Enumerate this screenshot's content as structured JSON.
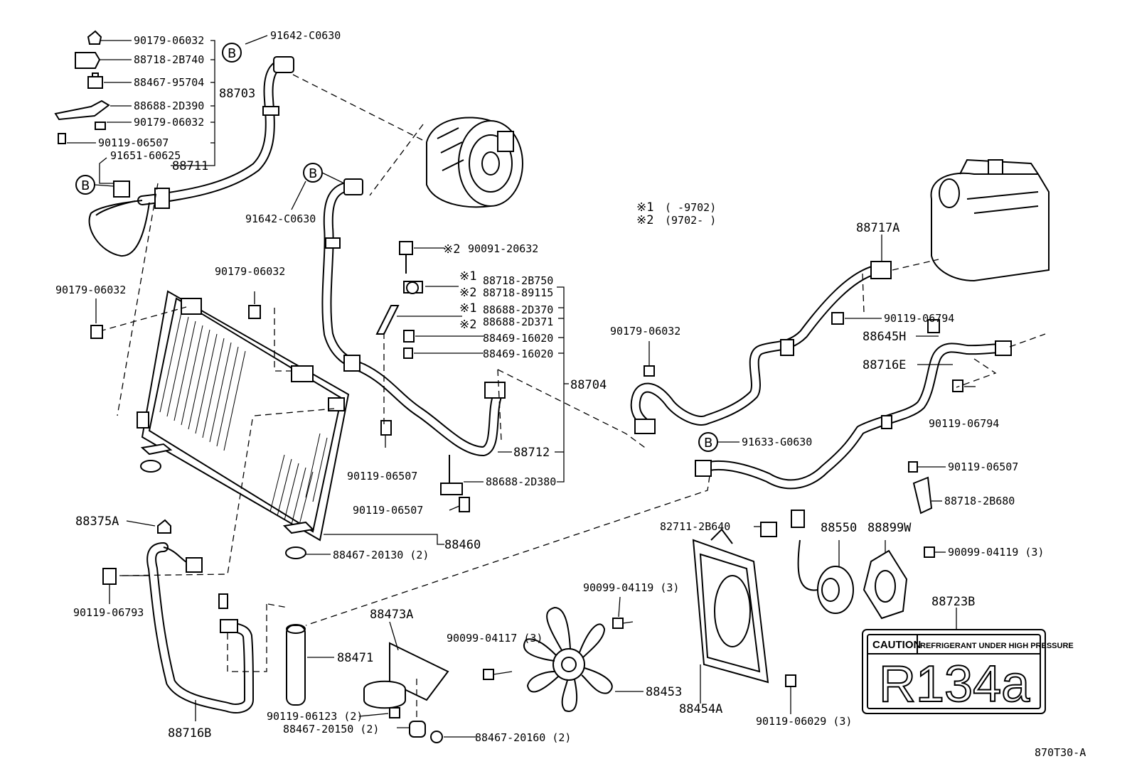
{
  "labels": {
    "p90179_06032_a": "90179-06032",
    "p88718_2B740": "88718-2B740",
    "p88467_95704": "88467-95704",
    "p88688_2D390": "88688-2D390",
    "p90179_06032_b": "90179-06032",
    "p90119_06507_a": "90119-06507",
    "p91651_60625": "91651-60625",
    "p88711": "88711",
    "p88703": "88703",
    "p91642_C0630_a": "91642-C0630",
    "p91642_C0630_b": "91642-C0630",
    "p90179_06032_c": "90179-06032",
    "p90179_06032_d": "90179-06032",
    "p90091_20632": "90091-20632",
    "p88718_2B750": "88718-2B750",
    "p88718_89115": "88718-89115",
    "p88688_2D370": "88688-2D370",
    "p88688_2D371": "88688-2D371",
    "p88469_16020_a": "88469-16020",
    "p88469_16020_b": "88469-16020",
    "p88704": "88704",
    "p88712": "88712",
    "p88688_2D380": "88688-2D380",
    "p90119_06507_b": "90119-06507",
    "p90119_06507_c": "90119-06507",
    "p88375A": "88375A",
    "p88460": "88460",
    "p88467_20130": "88467-20130 (2)",
    "p90119_06793": "90119-06793",
    "p88716B": "88716B",
    "p88473A": "88473A",
    "p88471": "88471",
    "p90119_06123": "90119-06123 (2)",
    "p88467_20150": "88467-20150 (2)",
    "p88467_20160": "88467-20160 (2)",
    "p90099_04117": "90099-04117 (3)",
    "p88453": "88453",
    "p90099_04119_a": "90099-04119 (3)",
    "p88454A": "88454A",
    "p90119_06029": "90119-06029 (3)",
    "p82711_2B640": "82711-2B640",
    "p88550": "88550",
    "p88899W": "88899W",
    "p90099_04119_b": "90099-04119 (3)",
    "p88723B": "88723B",
    "p90179_06032_e": "90179-06032",
    "p91633_G0630": "91633-G0630",
    "p90119_06507_d": "90119-06507",
    "p88718_2B680": "88718-2B680",
    "p88717A": "88717A",
    "p90119_06794_a": "90119-06794",
    "p88645H": "88645H",
    "p88716E": "88716E",
    "p90119_06794_b": "90119-06794",
    "fig_code": "870T30-A"
  },
  "notes": {
    "n1_mark": "※1",
    "n1_range": "(      -9702)",
    "n2_mark": "※2",
    "n2_range": "(9702-      )",
    "mark1": "※1",
    "mark2": "※2"
  },
  "circle_letter": "B",
  "caution": {
    "caution_word": "CAUTION",
    "warning": "REFRIGERANT UNDER HIGH PRESSURE",
    "refrigerant": "R134a"
  }
}
